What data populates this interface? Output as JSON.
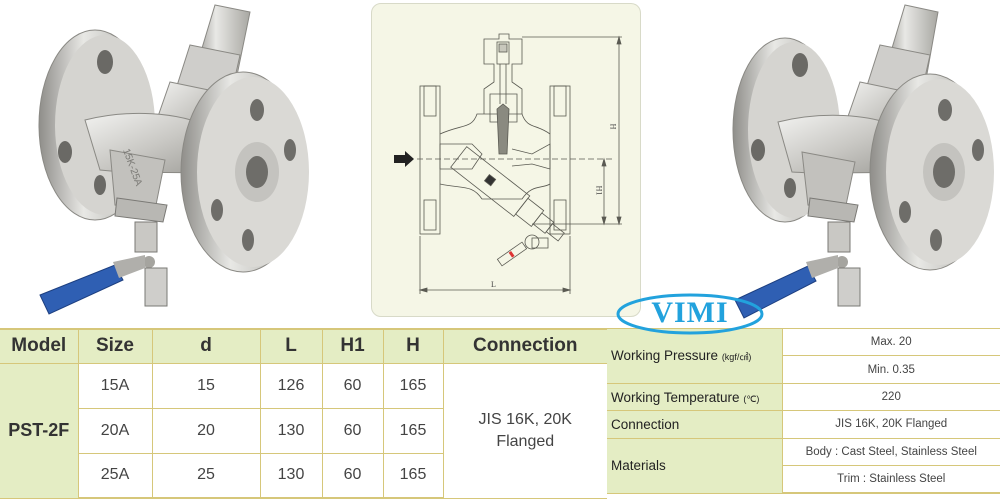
{
  "photos": {
    "left": {
      "alt": "Stainless steel flanged steam trap with blue-handled ball valve"
    },
    "right": {
      "alt": "Stainless steel flanged steam trap with blue-handled ball valve"
    },
    "body_marking": "15K-25A"
  },
  "drawing": {
    "dimension_labels": {
      "height": "H",
      "height1": "H1",
      "length": "L"
    },
    "flow_arrow": "arrow-right"
  },
  "logo": {
    "text": "VIMI",
    "color": "#22a2dd"
  },
  "dimension_table": {
    "headers": [
      "Model",
      "Size",
      "d",
      "L",
      "H1",
      "H",
      "Connection"
    ],
    "model": "PST-2F",
    "rows": [
      {
        "size": "15A",
        "d": "15",
        "L": "126",
        "H1": "60",
        "H": "165"
      },
      {
        "size": "20A",
        "d": "20",
        "L": "130",
        "H1": "60",
        "H": "165"
      },
      {
        "size": "25A",
        "d": "25",
        "L": "130",
        "H1": "60",
        "H": "165"
      }
    ],
    "connection_line1": "JIS 16K, 20K",
    "connection_line2": "Flanged"
  },
  "spec_table": {
    "working_pressure": {
      "label": "Working Pressure",
      "unit": "(kgf/㎠)",
      "max": "Max. 20",
      "min": "Min. 0.35"
    },
    "working_temperature": {
      "label": "Working Temperature",
      "unit": "(℃)",
      "value": "220"
    },
    "connection": {
      "label": "Connection",
      "value": "JIS 16K, 20K Flanged"
    },
    "materials": {
      "label": "Materials",
      "body": "Body : Cast Steel, Stainless Steel",
      "trim": "Trim : Stainless Steel"
    }
  },
  "colors": {
    "header_bg": "#e4edc4",
    "border": "#d6c77a",
    "drawing_bg": "#f5f6e6",
    "handle_blue": "#2f5fb3"
  }
}
